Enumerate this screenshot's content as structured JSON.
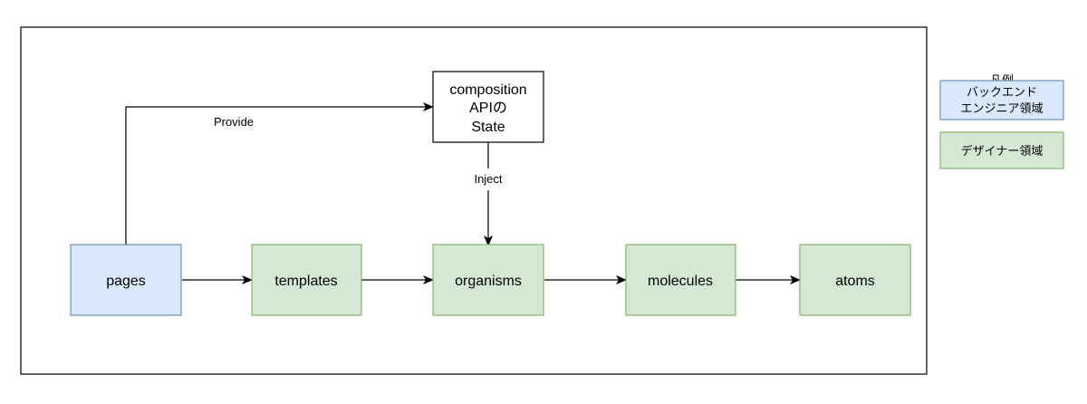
{
  "diagram": {
    "nodes": {
      "pages": "pages",
      "templates": "templates",
      "organisms": "organisms",
      "molecules": "molecules",
      "atoms": "atoms",
      "state": [
        "composition",
        "APIの",
        "State"
      ]
    },
    "edges": {
      "provide": "Provide",
      "inject": "Inject"
    }
  },
  "legend": {
    "title": "凡例",
    "backend": [
      "バックエンド",
      "エンジニア領域"
    ],
    "designer": "デザイナー領域"
  },
  "colors": {
    "backend_fill": "#dae8fc",
    "backend_stroke": "#6c8ebf",
    "designer_fill": "#d5e8d4",
    "designer_stroke": "#82b366",
    "line": "#000000"
  }
}
